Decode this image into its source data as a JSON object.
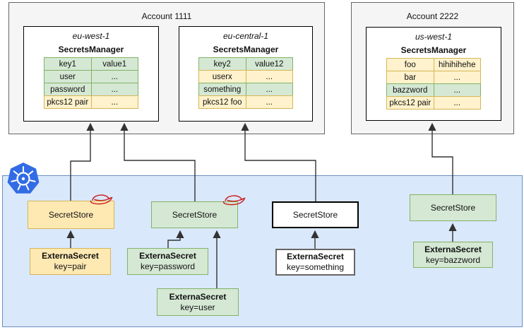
{
  "palette": {
    "green_fill": "#d5e8d4",
    "green_border": "#82b366",
    "yellow_fill": "#fff2cc",
    "yellow_border": "#d6b656",
    "node_yellow_fill": "#ffe9b3",
    "account_fill": "#f5f5f5",
    "account_border": "#666666",
    "cluster_fill": "#dae8fc",
    "cluster_border": "#6c8ebf",
    "kubernetes_blue": "#326ce5",
    "redhat_red": "#cc2222",
    "arrow_color": "#333333"
  },
  "accounts": [
    {
      "title": "Account 1111",
      "regions": [
        {
          "name": "eu-west-1",
          "service": "SecretsManager",
          "rows": [
            {
              "key": "key1",
              "value": "value1",
              "color": "green"
            },
            {
              "key": "user",
              "value": "...",
              "color": "green"
            },
            {
              "key": "password",
              "value": "...",
              "color": "green"
            },
            {
              "key": "pkcs12 pair",
              "value": "...",
              "color": "yellow"
            }
          ]
        },
        {
          "name": "eu-central-1",
          "service": "SecretsManager",
          "rows": [
            {
              "key": "key2",
              "value": "value12",
              "color": "green"
            },
            {
              "key": "userx",
              "value": "...",
              "color": "yellow"
            },
            {
              "key": "something",
              "value": "...",
              "color": "green"
            },
            {
              "key": "pkcs12 foo",
              "value": "...",
              "color": "yellow"
            }
          ]
        }
      ]
    },
    {
      "title": "Account 2222",
      "regions": [
        {
          "name": "us-west-1",
          "service": "SecretsManager",
          "rows": [
            {
              "key": "foo",
              "value": "hihihihehe",
              "color": "yellow"
            },
            {
              "key": "bar",
              "value": "...",
              "color": "yellow"
            },
            {
              "key": "bazzword",
              "value": "...",
              "color": "green"
            },
            {
              "key": "pkcs12 pair",
              "value": "...",
              "color": "yellow"
            }
          ]
        }
      ]
    }
  ],
  "cluster": {
    "secret_stores": [
      {
        "label": "SecretStore",
        "variant": "yellow",
        "redhat_icon": true
      },
      {
        "label": "SecretStore",
        "variant": "green",
        "redhat_icon": true
      },
      {
        "label": "SecretStore",
        "variant": "white",
        "redhat_icon": false
      },
      {
        "label": "SecretStore",
        "variant": "green",
        "redhat_icon": false
      }
    ],
    "external_secrets": [
      {
        "title": "ExternaSecret",
        "subtitle": "key=pair",
        "variant": "yellow"
      },
      {
        "title": "ExternaSecret",
        "subtitle": "key=password",
        "variant": "green"
      },
      {
        "title": "ExternaSecret",
        "subtitle": "key=user",
        "variant": "green"
      },
      {
        "title": "ExternaSecret",
        "subtitle": "key=something",
        "variant": "white"
      },
      {
        "title": "ExternaSecret",
        "subtitle": "key=bazzword",
        "variant": "green"
      }
    ]
  },
  "connections": [
    {
      "from": "secretstore-1",
      "to": "eu-west-1"
    },
    {
      "from": "secretstore-2",
      "to": "eu-west-1"
    },
    {
      "from": "secretstore-3",
      "to": "eu-central-1"
    },
    {
      "from": "secretstore-4",
      "to": "us-west-1"
    },
    {
      "from": "externalsecret-pair",
      "to": "secretstore-1"
    },
    {
      "from": "externalsecret-password",
      "to": "secretstore-2"
    },
    {
      "from": "externalsecret-user",
      "to": "secretstore-2"
    },
    {
      "from": "externalsecret-something",
      "to": "secretstore-3"
    },
    {
      "from": "externalsecret-bazzword",
      "to": "secretstore-4"
    }
  ]
}
